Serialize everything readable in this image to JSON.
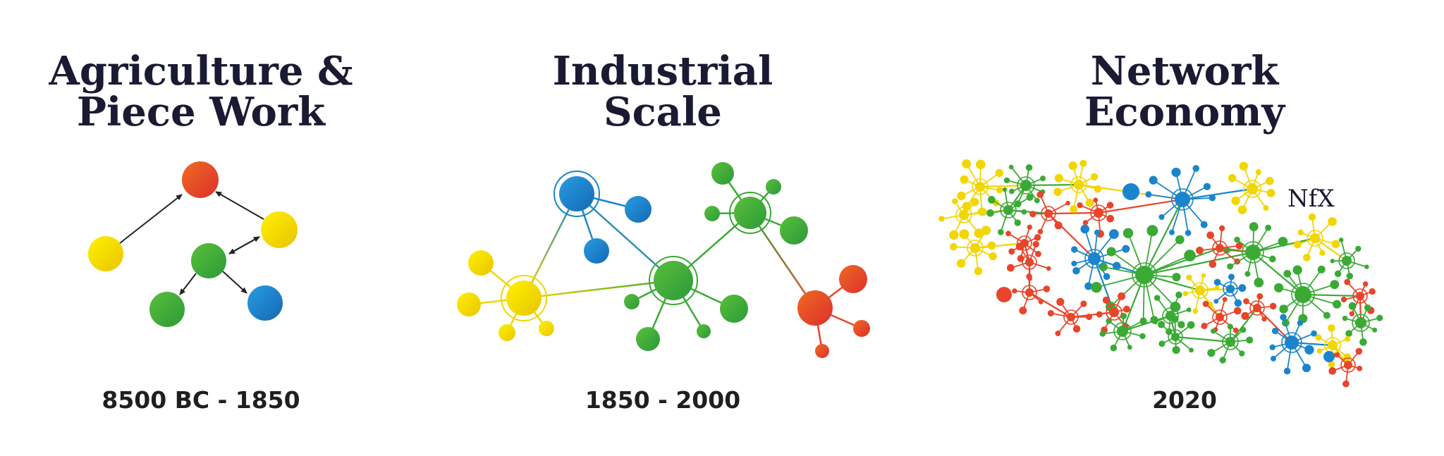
{
  "colors": {
    "yellow": "#f2d600",
    "red": "#e8452a",
    "green": "#3aaa35",
    "blue": "#1a85cc",
    "text": "#1a1a33"
  },
  "panels": [
    {
      "title_line1": "Agriculture &",
      "title_line2": "Piece Work",
      "era": "8500 BC - 1850"
    },
    {
      "title_line1": "Industrial",
      "title_line2": "Scale",
      "era": "1850 - 2000"
    },
    {
      "title_line1": "Network",
      "title_line2": "Economy",
      "era": "2020"
    }
  ],
  "brand": "NfX"
}
